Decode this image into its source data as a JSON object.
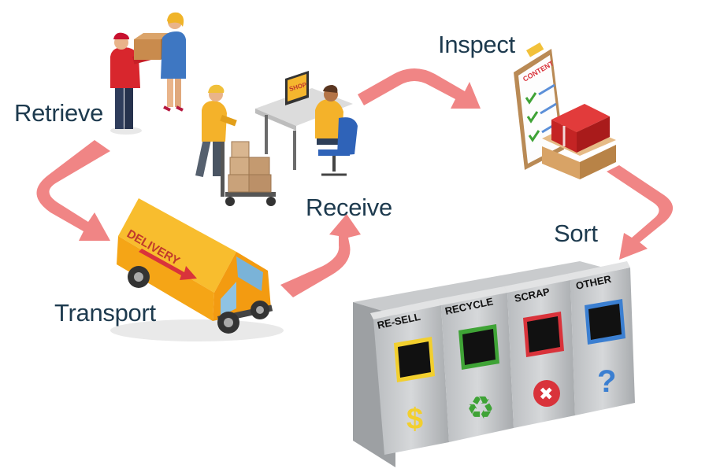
{
  "steps": {
    "retrieve": "Retrieve",
    "receive": "Receive",
    "inspect": "Inspect",
    "sort": "Sort",
    "transport": "Transport"
  },
  "van": {
    "text": "DELIVERY"
  },
  "desk": {
    "monitor_text": "SHOP"
  },
  "clipboard": {
    "title": "CONTENT"
  },
  "bins": [
    {
      "label": "RE-SELL",
      "color": "#f2cf2e",
      "icon": "dollar-icon",
      "glyph": "$"
    },
    {
      "label": "RECYCLE",
      "color": "#3fa336",
      "icon": "recycle-icon",
      "glyph": "♻"
    },
    {
      "label": "SCRAP",
      "color": "#d9333b",
      "icon": "x-icon",
      "glyph": "✖"
    },
    {
      "label": "OTHER",
      "color": "#3b7fd1",
      "icon": "question-icon",
      "glyph": "?"
    }
  ],
  "colors": {
    "arrow": "#f08585",
    "label_text": "#1d3a4e",
    "van": "#f5a516"
  }
}
